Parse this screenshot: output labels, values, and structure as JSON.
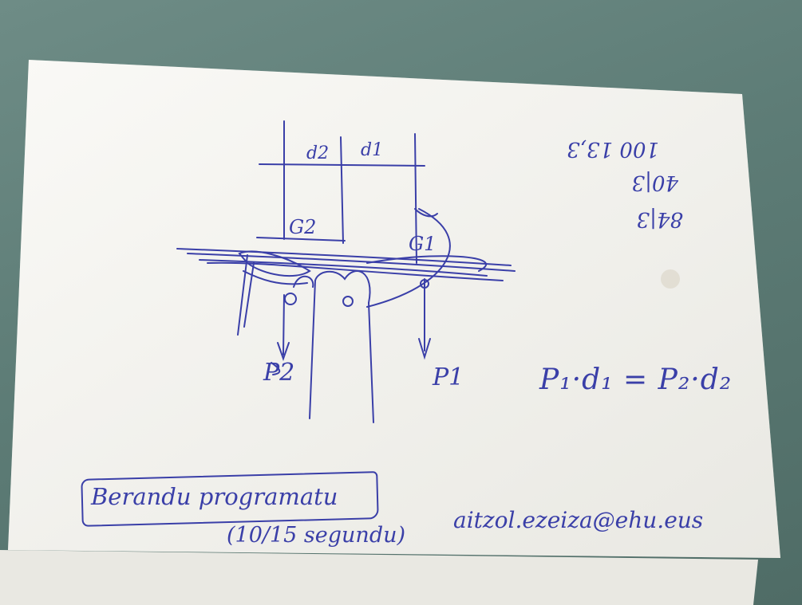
{
  "scene": {
    "type": "photo",
    "description_colors": {
      "background": "#5f7f78",
      "paper": "#f7f6f1",
      "ink": "#3a3fa8"
    }
  },
  "drawing": {
    "labels": {
      "d2": "d2",
      "d1": "d1",
      "g2": "G2",
      "g1": "G1",
      "p1": "P1",
      "p2": "P2"
    }
  },
  "formula": "P₁·d₁ = P₂·d₂",
  "calculation": {
    "line1": "84|3",
    "line2": "40|3",
    "line3": "100 13,3"
  },
  "caption": {
    "main": "Berandu programatu",
    "sub": "(10/15 segundu)"
  },
  "email": "aitzol.ezeiza@ehu.eus"
}
